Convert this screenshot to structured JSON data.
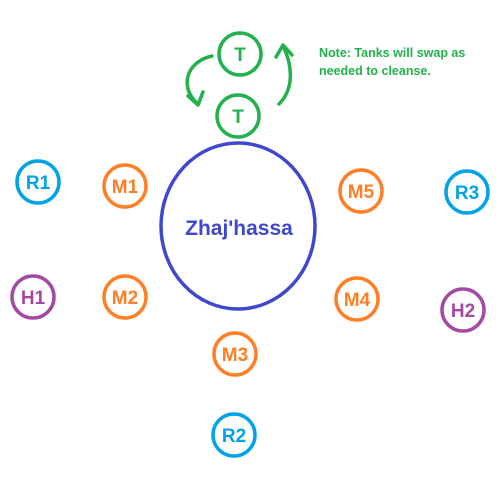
{
  "boss": {
    "name": "Zhaj'hassa",
    "color": "#3f48cc"
  },
  "note": {
    "line1": "Note: Tanks will swap as",
    "line2": "needed to cleanse.",
    "color": "#22b14c"
  },
  "roles": {
    "tank": {
      "color": "#22b14c"
    },
    "melee": {
      "color": "#ff7f27"
    },
    "ranged": {
      "color": "#00a2e8"
    },
    "healer": {
      "color": "#a349a4"
    }
  },
  "markers": [
    {
      "id": "tank-1",
      "label": "T",
      "role": "tank"
    },
    {
      "id": "tank-2",
      "label": "T",
      "role": "tank"
    },
    {
      "id": "melee-1",
      "label": "M1",
      "role": "melee"
    },
    {
      "id": "melee-2",
      "label": "M2",
      "role": "melee"
    },
    {
      "id": "melee-3",
      "label": "M3",
      "role": "melee"
    },
    {
      "id": "melee-4",
      "label": "M4",
      "role": "melee"
    },
    {
      "id": "melee-5",
      "label": "M5",
      "role": "melee"
    },
    {
      "id": "ranged-1",
      "label": "R1",
      "role": "ranged"
    },
    {
      "id": "ranged-2",
      "label": "R2",
      "role": "ranged"
    },
    {
      "id": "ranged-3",
      "label": "R3",
      "role": "ranged"
    },
    {
      "id": "healer-1",
      "label": "H1",
      "role": "healer"
    },
    {
      "id": "healer-2",
      "label": "H2",
      "role": "healer"
    }
  ],
  "icons": {
    "swap_arrows": "swap-arrows-icon"
  }
}
